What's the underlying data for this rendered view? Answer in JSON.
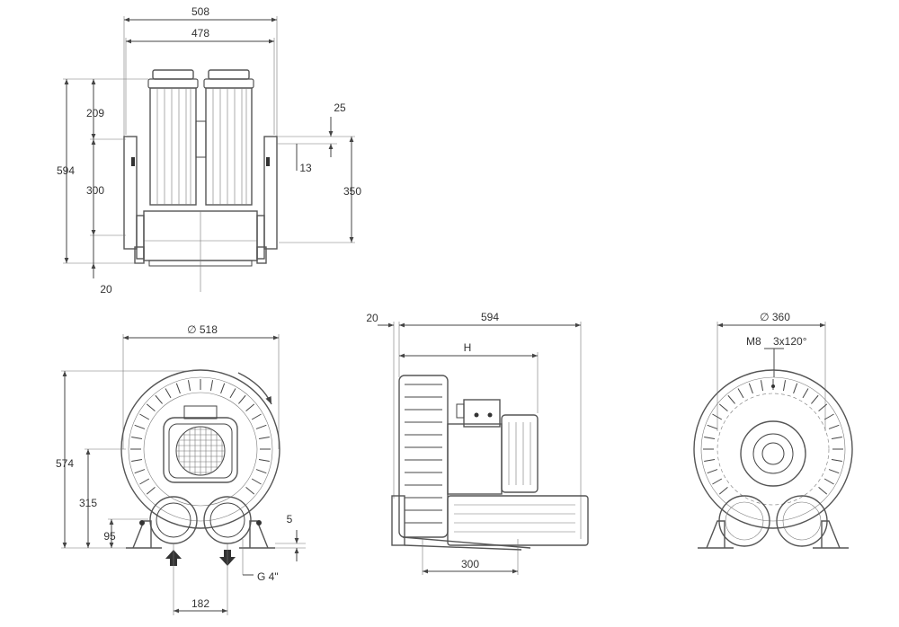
{
  "top_view": {
    "dims": {
      "d508": "508",
      "d478": "478",
      "d209": "209",
      "d594": "594",
      "d300": "300",
      "d20": "20",
      "d25": "25",
      "d13": "13",
      "d350": "350"
    }
  },
  "front_view": {
    "dims": {
      "diam518": "∅ 518",
      "d574": "574",
      "d315": "315",
      "d95": "95",
      "d5": "5",
      "d182": "182",
      "g4": "G 4\""
    }
  },
  "side_view": {
    "dims": {
      "d20": "20",
      "d594": "594",
      "h": "H",
      "d300": "300"
    }
  },
  "rear_view": {
    "dims": {
      "diam360": "∅ 360",
      "m8": "M8",
      "angle": "3x120°"
    }
  },
  "colors": {
    "line": "#444444",
    "background": "#ffffff"
  }
}
